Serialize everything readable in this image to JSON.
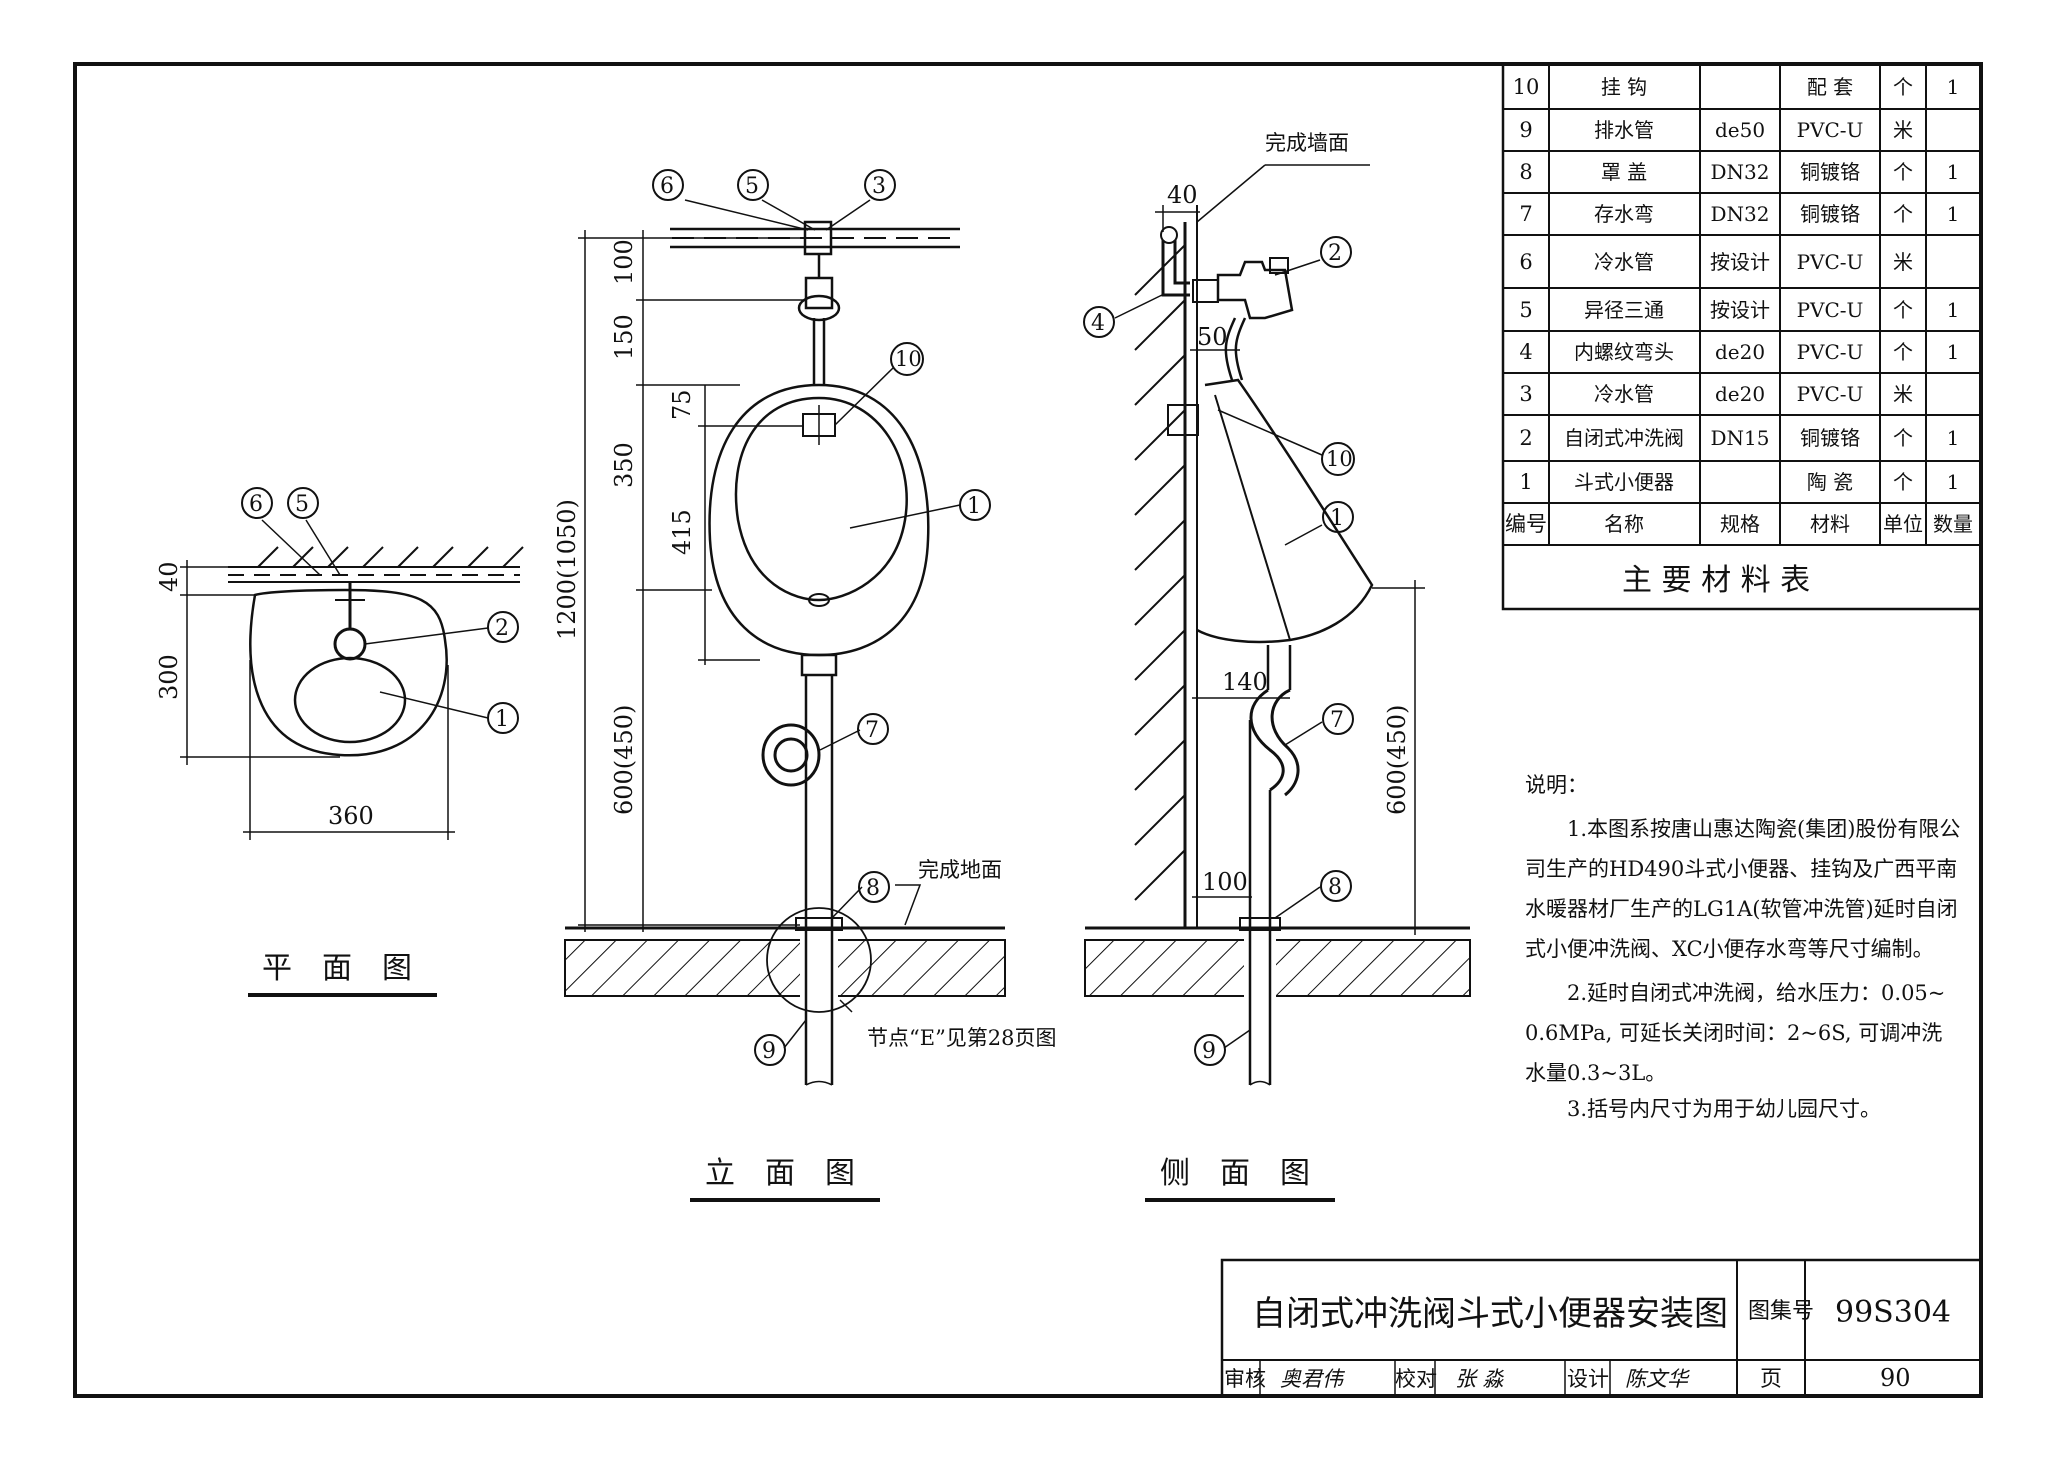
{
  "views": {
    "plan": "平　面　图",
    "elevation": "立　面　图",
    "side": "侧　面　图"
  },
  "labels": {
    "finished_wall": "完成墙面",
    "finished_floor": "完成地面",
    "node_ref": "节点“E”见第28页图"
  },
  "dims": {
    "plan": [
      "40",
      "300",
      "360"
    ],
    "elevation": [
      "100",
      "150",
      "350",
      "75",
      "415",
      "1200(1050)",
      "600(450)"
    ],
    "side": [
      "40",
      "50",
      "140",
      "100",
      "600(450)"
    ]
  },
  "balloons": [
    "1",
    "2",
    "3",
    "4",
    "5",
    "6",
    "7",
    "8",
    "9",
    "10"
  ],
  "material_table": {
    "headers": [
      "编号",
      "名称",
      "规格",
      "材料",
      "单位",
      "数量"
    ],
    "rows": [
      [
        "10",
        "挂 钩",
        "",
        "配 套",
        "个",
        "1"
      ],
      [
        "9",
        "排水管",
        "de50",
        "PVC-U",
        "米",
        ""
      ],
      [
        "8",
        "罩 盖",
        "DN32",
        "铜镀铬",
        "个",
        "1"
      ],
      [
        "7",
        "存水弯",
        "DN32",
        "铜镀铬",
        "个",
        "1"
      ],
      [
        "6",
        "冷水管",
        "按设计",
        "PVC-U",
        "米",
        ""
      ],
      [
        "5",
        "异径三通",
        "按设计",
        "PVC-U",
        "个",
        "1"
      ],
      [
        "4",
        "内螺纹弯头",
        "de20",
        "PVC-U",
        "个",
        "1"
      ],
      [
        "3",
        "冷水管",
        "de20",
        "PVC-U",
        "米",
        ""
      ],
      [
        "2",
        "自闭式冲洗阀",
        "DN15",
        "铜镀铬",
        "个",
        "1"
      ],
      [
        "1",
        "斗式小便器",
        "",
        "陶 瓷",
        "个",
        "1"
      ]
    ],
    "caption": "主 要 材 料 表"
  },
  "notes": {
    "title": "说明：",
    "lines": [
      "1.本图系按唐山惠达陶瓷(集团)股份有限公",
      "司生产的HD490斗式小便器、挂钩及广西平南",
      "水暖器材厂生产的LG1A(软管冲洗管)延时自闭",
      "式小便冲洗阀、XC小便存水弯等尺寸编制。",
      "2.延时自闭式冲洗阀，给水压力：0.05~",
      "0.6MPa, 可延长关闭时间：2~6S, 可调冲洗",
      "水量0.3~3L。",
      "3.括号内尺寸为用于幼儿园尺寸。"
    ]
  },
  "title_block": {
    "title": "自闭式冲洗阀斗式小便器安装图",
    "atlas_label": "图集号",
    "atlas_no": "99S304",
    "review_label": "审核",
    "reviewer": "奥君伟",
    "check_label": "校对",
    "checker": "张 淼",
    "design_label": "设计",
    "designer": "陈文华",
    "page_label": "页",
    "page_no": "90"
  }
}
